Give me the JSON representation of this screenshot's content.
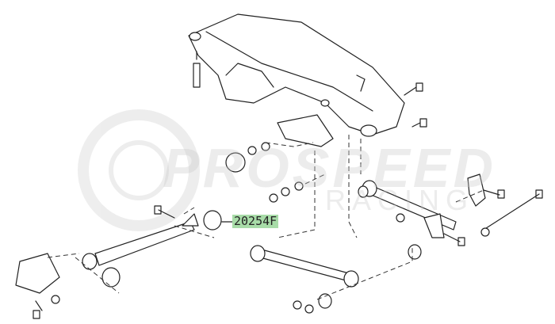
{
  "diagram": {
    "callout_label": "20254F",
    "highlight_color": "#a8dca8",
    "watermark": {
      "brand": "PROSPEED",
      "sub": "RACING"
    }
  }
}
